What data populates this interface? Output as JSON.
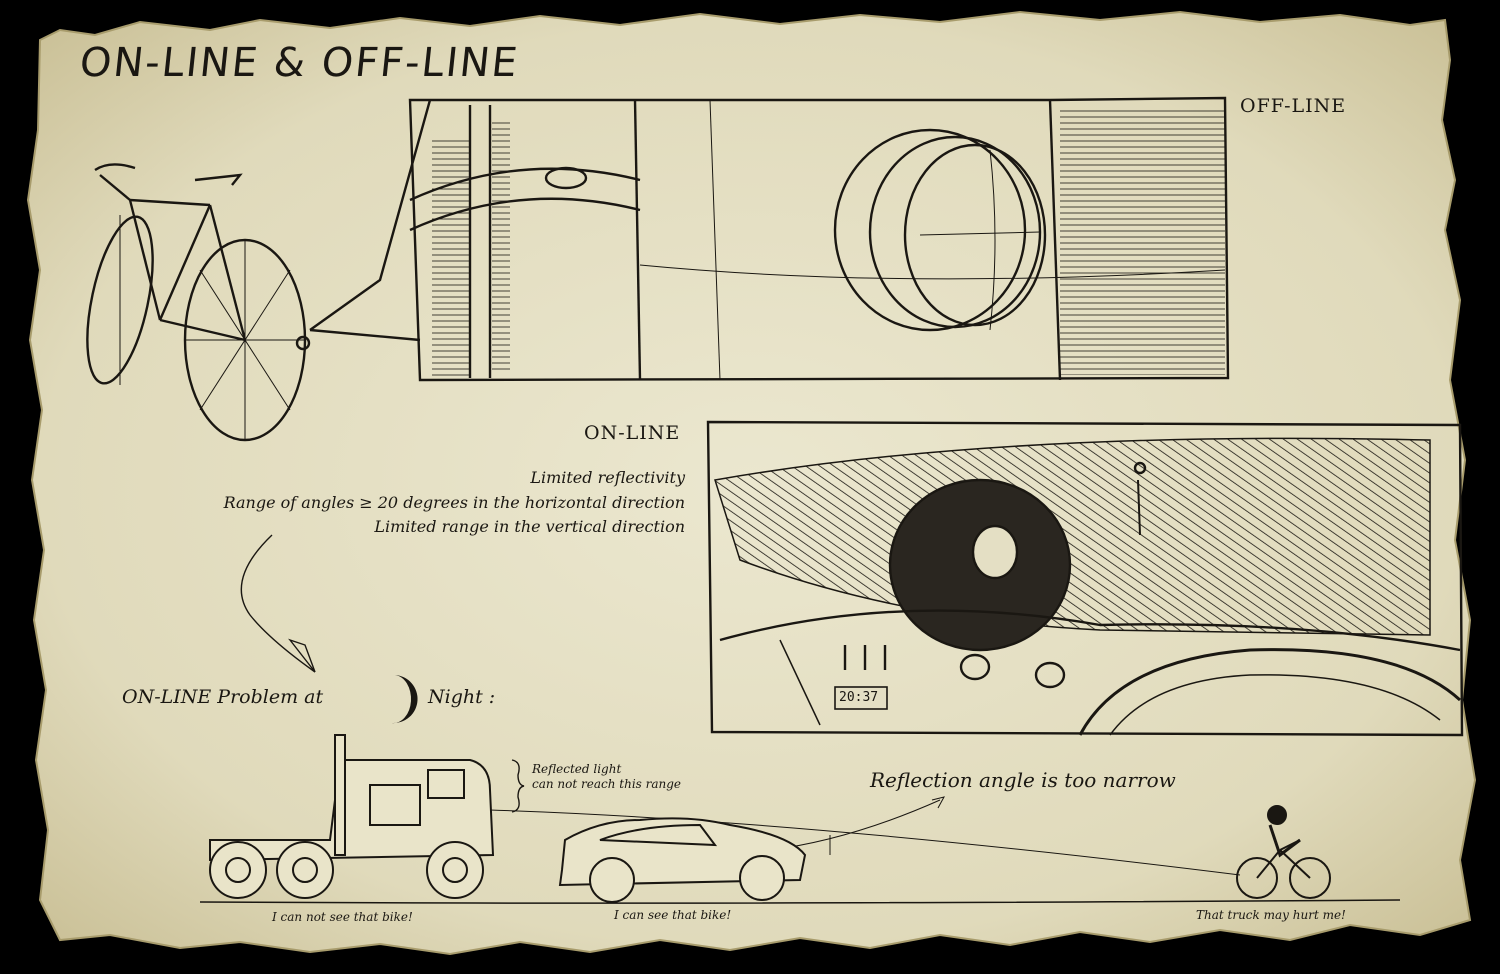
{
  "title": "ON-LINE & OFF-LINE",
  "labels": {
    "off_line": "OFF-LINE",
    "on_line": "ON-LINE"
  },
  "online_properties": [
    "Limited reflectivity",
    "Range of angles ≥ 20 degrees in the horizontal direction",
    "Limited range in  the vertical direction"
  ],
  "problem": {
    "prefix": "ON-LINE Problem at",
    "suffix": "Night :"
  },
  "reflected_note": {
    "line1": "Reflected light",
    "line2": "can not reach this range"
  },
  "reflection_angle": "Reflection angle is too narrow",
  "dashboard_clock": "20:37",
  "speech": {
    "truck": "I can not see that bike!",
    "car": "I can see that bike!",
    "bike": "That truck may hurt me!"
  },
  "colors": {
    "paper": "#e4dfc4",
    "paper_edge": "#cfc7a3",
    "ink": "#1a1712",
    "background": "#000000"
  }
}
